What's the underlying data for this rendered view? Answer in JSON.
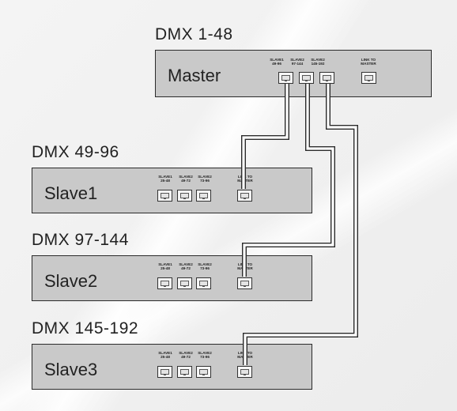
{
  "master": {
    "range": "DMX 1-48",
    "name": "Master",
    "ports": [
      "SLAVE1\n49-96",
      "SLAVE2\n97-144",
      "SLAVE2\n145-192",
      "LINK TO\nMASTER"
    ]
  },
  "slaves": [
    {
      "range": "DMX 49-96",
      "name": "Slave1",
      "ports": [
        "SLAVE1\n25-48",
        "SLAVE2\n49-72",
        "SLAVE2\n73-96",
        "LINK TO\nMASTER"
      ]
    },
    {
      "range": "DMX 97-144",
      "name": "Slave2",
      "ports": [
        "SLAVE1\n25-48",
        "SLAVE2\n49-72",
        "SLAVE2\n73-96",
        "LINK TO\nMASTER"
      ]
    },
    {
      "range": "DMX 145-192",
      "name": "Slave3",
      "ports": [
        "SLAVE1\n25-48",
        "SLAVE2\n49-72",
        "SLAVE2\n73-96",
        "LINK TO\nMASTER"
      ]
    }
  ],
  "colors": {
    "device_fill": "#c9c9c9",
    "outline": "#2b2b2b",
    "cable_fill": "#ffffff"
  },
  "icons": [
    "ethernet-port-icon"
  ]
}
